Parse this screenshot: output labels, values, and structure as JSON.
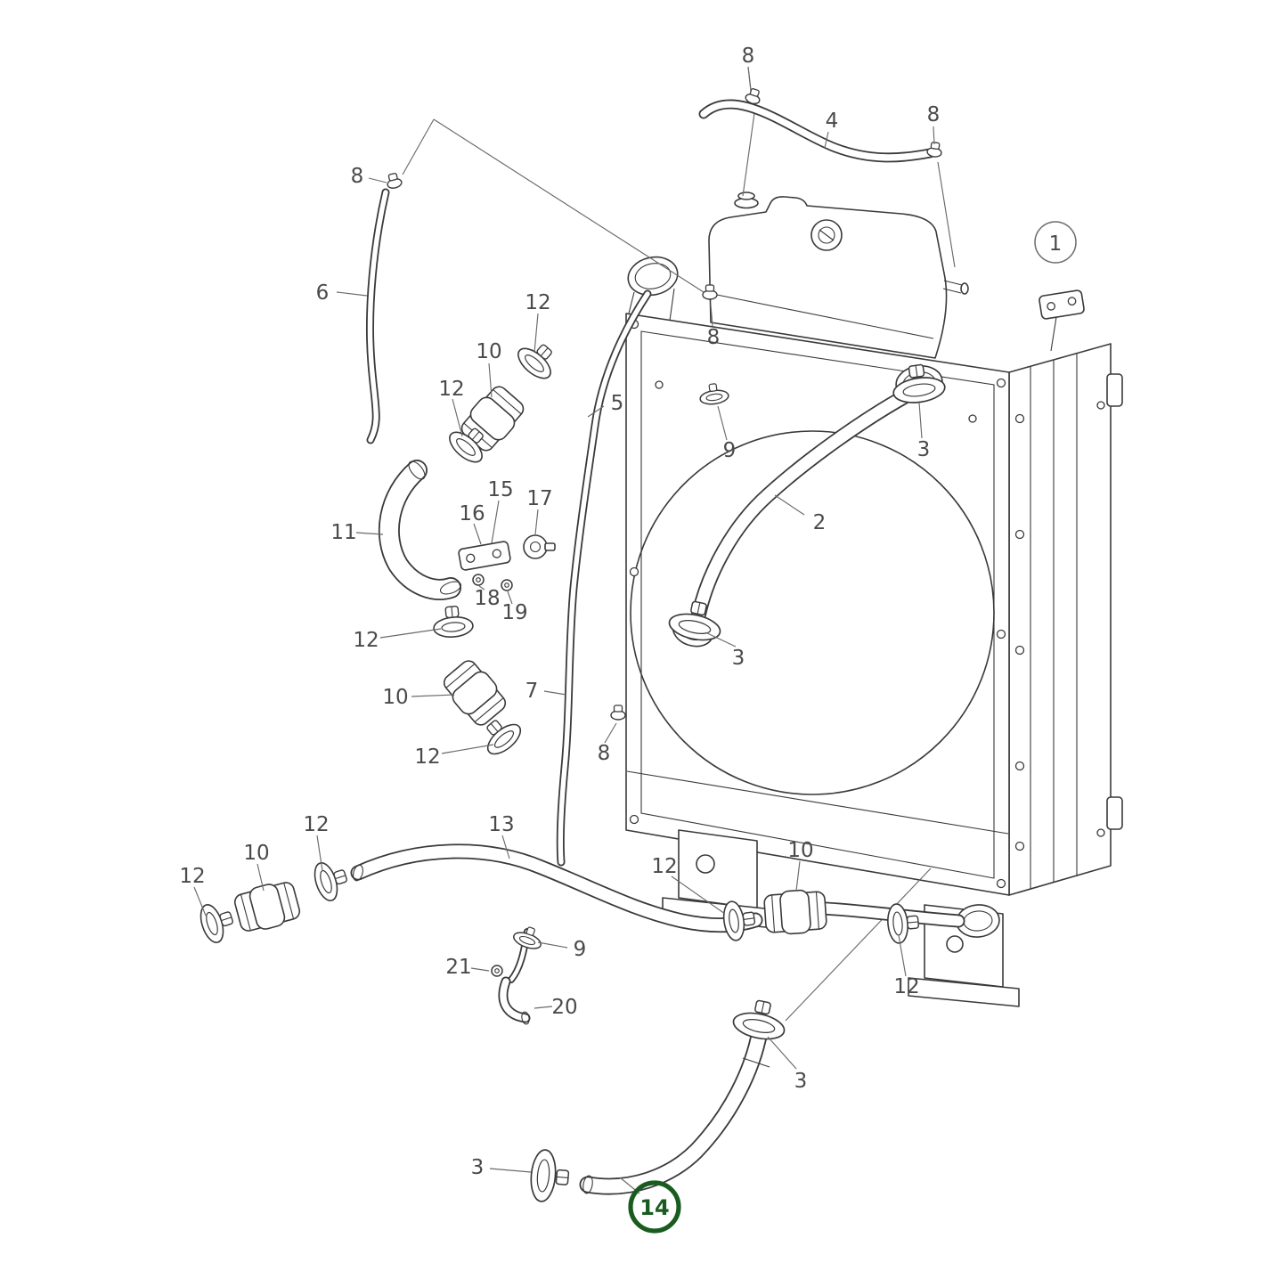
{
  "diagram": {
    "kind": "exploded-parts-diagram",
    "line_color": "#3a3a3a",
    "label_color": "#4a4a4a",
    "highlight_color": "#1a5c20",
    "highlighted_part": "14",
    "callouts": {
      "clip8_top": "8",
      "hose4": "4",
      "clip8_topright": "8",
      "clip8_left": "8",
      "hose6": "6",
      "assembly1": "1",
      "clamp12_a": "12",
      "connector10_a": "10",
      "clamp12_b": "12",
      "hose5": "5",
      "clip8_tank": "8",
      "clamp9_a": "9",
      "clamp3_a": "3",
      "hose2": "2",
      "hose11": "11",
      "bracket15": "15",
      "plate16": "16",
      "ring17": "17",
      "bolt18": "18",
      "bolt19": "19",
      "clamp12_c": "12",
      "connector10_b": "10",
      "clamp12_d": "12",
      "clamp3_b": "3",
      "hose7": "7",
      "clip8_side": "8",
      "hose13": "13",
      "clamp12_e": "12",
      "connector10_c": "10",
      "clamp12_f": "12",
      "clamp12_g": "12",
      "connector10_d": "10",
      "clamp9_b": "9",
      "bolt21": "21",
      "elbow20": "20",
      "clamp12_h": "12",
      "clamp3_c": "3",
      "clamp3_d": "3",
      "hose14": "14"
    }
  }
}
